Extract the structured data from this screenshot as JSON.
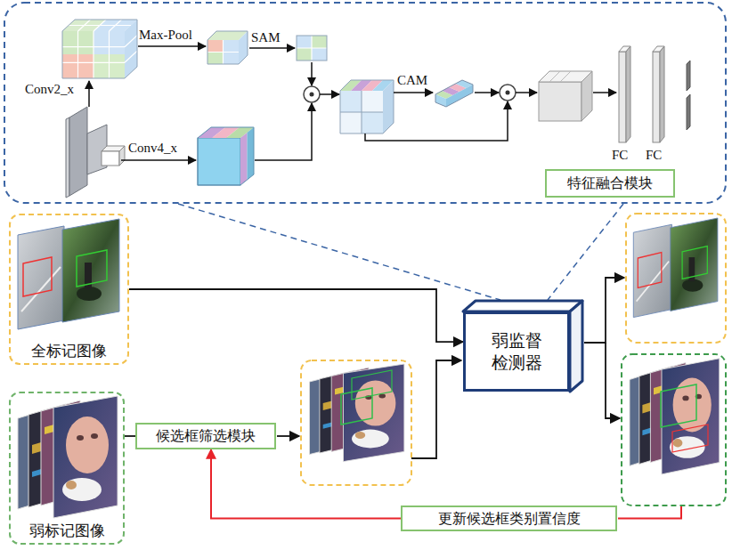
{
  "diagram": {
    "nodes": [
      {
        "text": [
          "特征融合模块"
        ]
      },
      {
        "text": [
          "全标记图像"
        ]
      },
      {
        "text": [
          "弱标记图像"
        ]
      },
      {
        "text": [
          "候选框筛选模块"
        ]
      },
      {
        "text": [
          "弱监督 检测器"
        ]
      },
      {
        "text": [
          "更新候选框类别置信度"
        ]
      }
    ],
    "edges": [
      {
        "from": 1,
        "to": 4,
        "arrow": "to"
      },
      {
        "from": 2,
        "to": 3,
        "arrow": "none"
      },
      {
        "from": 5,
        "to": 3,
        "arrow": "to"
      }
    ],
    "labels": [
      "Conv2_x",
      "Max-Pool",
      "SAM",
      "Conv4_x",
      "CAM",
      "FC",
      "FC"
    ]
  }
}
